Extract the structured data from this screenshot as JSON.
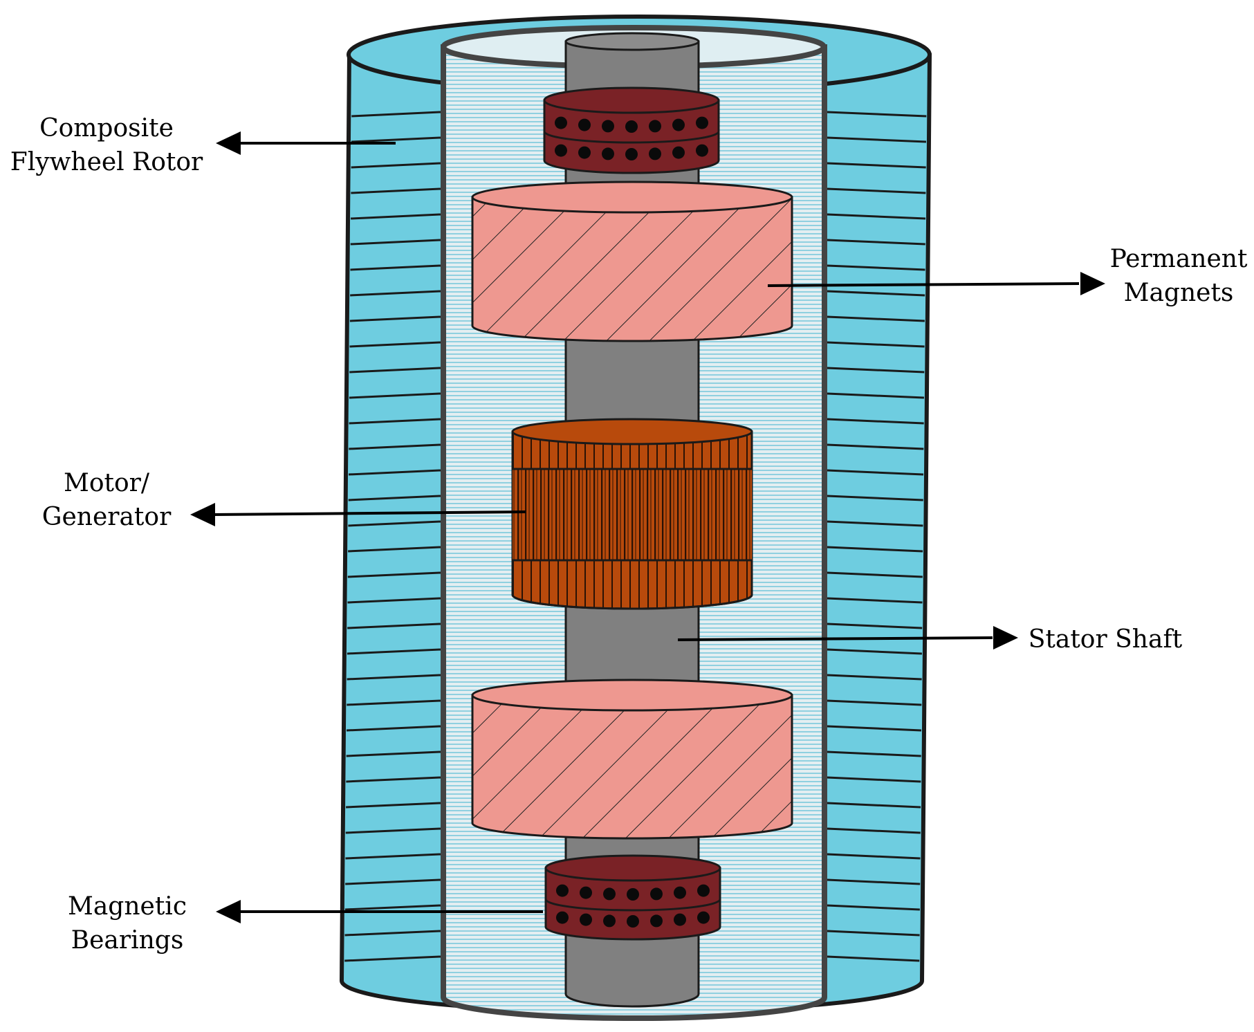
{
  "labels": {
    "rotor_line1": "Composite",
    "rotor_line2": "Flywheel Rotor",
    "magnets_line1": "Permanent",
    "magnets_line2": "Magnets",
    "motor_line1": "Motor/",
    "motor_line2": "Generator",
    "shaft": "Stator Shaft",
    "bearings_line1": "Magnetic",
    "bearings_line2": "Bearings"
  },
  "colors": {
    "rotor": "#6ecde0",
    "inner_sleeve": "#d2e8ee",
    "shaft": "#808080",
    "magnet": "#ee9890",
    "motor": "#b84a0c",
    "bearing": "#7a2226",
    "outline": "#1a1a1a"
  }
}
